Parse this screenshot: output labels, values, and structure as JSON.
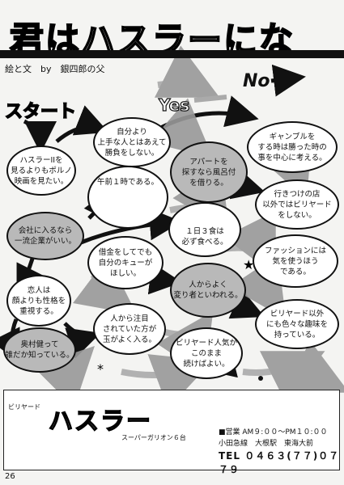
{
  "title": "君はハスラーにな",
  "credit": "絵と文　by　銀四郎の父",
  "legend": {
    "yes": "Yes",
    "no": "No"
  },
  "start": "スタート",
  "nodes": [
    {
      "id": "n1",
      "text": "ハスラーIIを\n見るよりもポルノ\n映画を見たい。"
    },
    {
      "id": "n2",
      "text": "自分より\n上手な人とはあえて\n勝負をしない。"
    },
    {
      "id": "n3",
      "text": "ギャンブルを\nする時は勝った時の\n事を中心に考える。"
    },
    {
      "id": "n4",
      "text": "アパートを\n探すなら風呂付\nを借りる。"
    },
    {
      "id": "n5",
      "text": "行きつけの店\n以外ではビリヤード\nをしない。"
    },
    {
      "id": "n6",
      "text": "午前１時である。"
    },
    {
      "id": "n7",
      "text": "会社に入るなら\n一流企業がいい。"
    },
    {
      "id": "n8",
      "text": "１日３食は\n必ず食べる。"
    },
    {
      "id": "n9",
      "text": "借金をしてでも\n自分のキューが\nほしい。"
    },
    {
      "id": "n10",
      "text": "ファッションには\n気を使うほう\nである。"
    },
    {
      "id": "n11",
      "text": "恋人は\n顔よりも性格を\n重視する。"
    },
    {
      "id": "n12",
      "text": "人からよく\n変り者といわれる。"
    },
    {
      "id": "n13",
      "text": "人から注目\nされていた方が\n玉がよく入る。"
    },
    {
      "id": "n14",
      "text": "ビリヤード以外\nにも色々な趣味を\n持っている。"
    },
    {
      "id": "n15",
      "text": "奥村健って\n誰だか知っている。"
    },
    {
      "id": "n16",
      "text": "ビリヤード人気が\nこのまま\n続けばよい。"
    }
  ],
  "ad": {
    "small_label": "ビリヤード",
    "name": "ハスラー",
    "sub": "スーパーガリオン６台",
    "hours": "■営業 AM９:００〜PM１０:００",
    "access": "小田急線　大根駅　東海大前",
    "tel": "TEL ０４６３(７７)０７７９"
  },
  "page_number": "26",
  "colors": {
    "gray_node": "#b9b9b9",
    "ink": "#111111",
    "paper": "#f4f4f2"
  }
}
